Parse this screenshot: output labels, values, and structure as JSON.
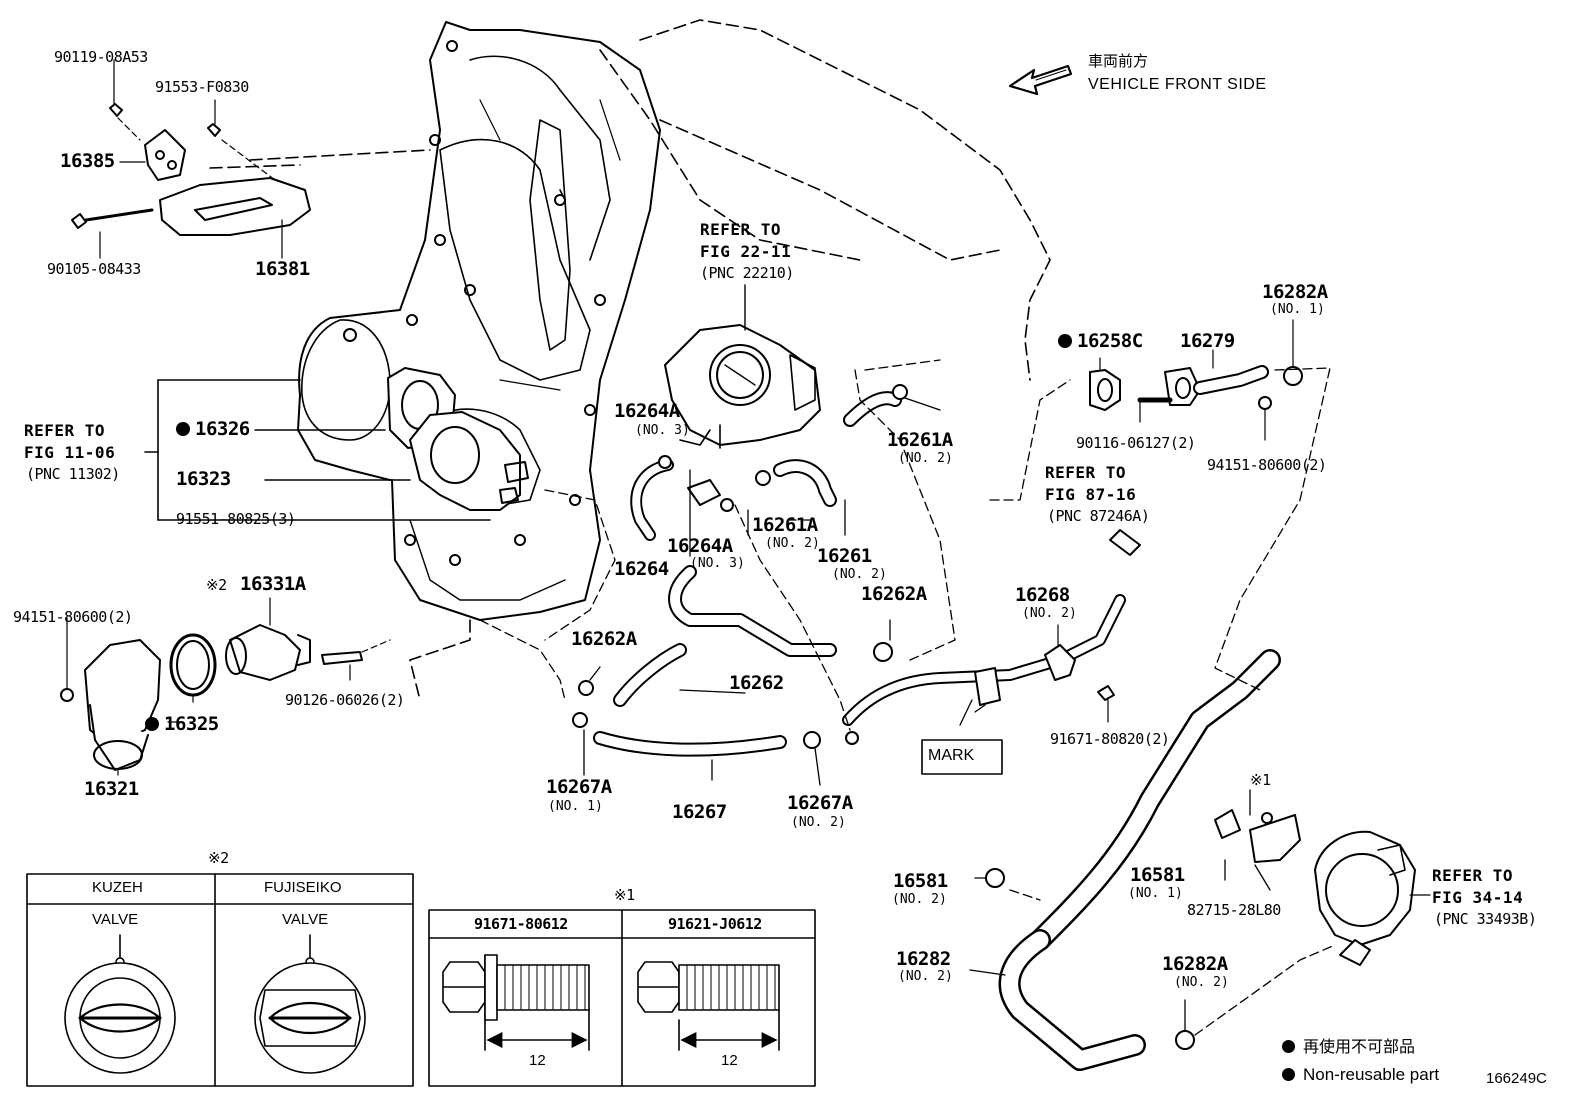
{
  "orientation": {
    "jp": "車両前方",
    "en": "VEHICLE FRONT SIDE"
  },
  "parts": {
    "p90119": "90119-08A53",
    "p91553": "91553-F0830",
    "p16385": "16385",
    "p90105": "90105-08433",
    "p16381": "16381",
    "p16326": "16326",
    "p16323": "16323",
    "p91551": "91551-80825(3)",
    "p94151_left": "94151-80600(2)",
    "p16331A": "16331A",
    "p16331A_note": "※2",
    "p90126": "90126-06026(2)",
    "p16325": "16325",
    "p16321": "16321",
    "p16264A_a": "16264A",
    "p16264A_a_no": "(NO. 3)",
    "p16264": "16264",
    "p16264A_b": "16264A",
    "p16264A_b_no": "(NO. 3)",
    "p16261A_a": "16261A",
    "p16261A_a_no": "(NO. 2)",
    "p16261A_b": "16261A",
    "p16261A_b_no": "(NO. 2)",
    "p16261": "16261",
    "p16261_no": "(NO. 2)",
    "p16262A_a": "16262A",
    "p16262A_b": "16262A",
    "p16262": "16262",
    "p16267A_a": "16267A",
    "p16267A_a_no": "(NO. 1)",
    "p16267": "16267",
    "p16267A_b": "16267A",
    "p16267A_b_no": "(NO. 2)",
    "p16258C": "16258C",
    "p16279": "16279",
    "p16282A_top": "16282A",
    "p16282A_top_no": "(NO. 1)",
    "p90116": "90116-06127(2)",
    "p94151_right": "94151-80600(2)",
    "p16268": "16268",
    "p16268_no": "(NO. 2)",
    "p91671": "91671-80820(2)",
    "mark": "MARK",
    "p16581_left": "16581",
    "p16581_left_no": "(NO. 2)",
    "p16581_right": "16581",
    "p16581_right_no": "(NO. 1)",
    "p82715": "82715-28L80",
    "p82715_note": "※1",
    "p16282": "16282",
    "p16282_no": "(NO. 2)",
    "p16282A_bot": "16282A",
    "p16282A_bot_no": "(NO. 2)"
  },
  "references": {
    "r22": {
      "line1": "REFER TO",
      "line2": "FIG 22-11",
      "line3": "(PNC 22210)"
    },
    "r11": {
      "line1": "REFER TO",
      "line2": "FIG 11-06",
      "line3": "(PNC 11302)"
    },
    "r87": {
      "line1": "REFER TO",
      "line2": "FIG 87-16",
      "line3": "(PNC 87246A)"
    },
    "r34": {
      "line1": "REFER TO",
      "line2": "FIG 34-14",
      "line3": "(PNC 33493B)"
    }
  },
  "thermostat_table": {
    "note": "※2",
    "col1": "KUZEH",
    "col2": "FUJISEIKO",
    "valve1": "VALVE",
    "valve2": "VALVE"
  },
  "bolt_table": {
    "note": "※1",
    "col1": "91671-80612",
    "col2": "91621-J0612",
    "dim1": "12",
    "dim2": "12"
  },
  "legend": {
    "jp": "再使用不可部品",
    "en": "Non-reusable part"
  },
  "figure_id": "166249C"
}
